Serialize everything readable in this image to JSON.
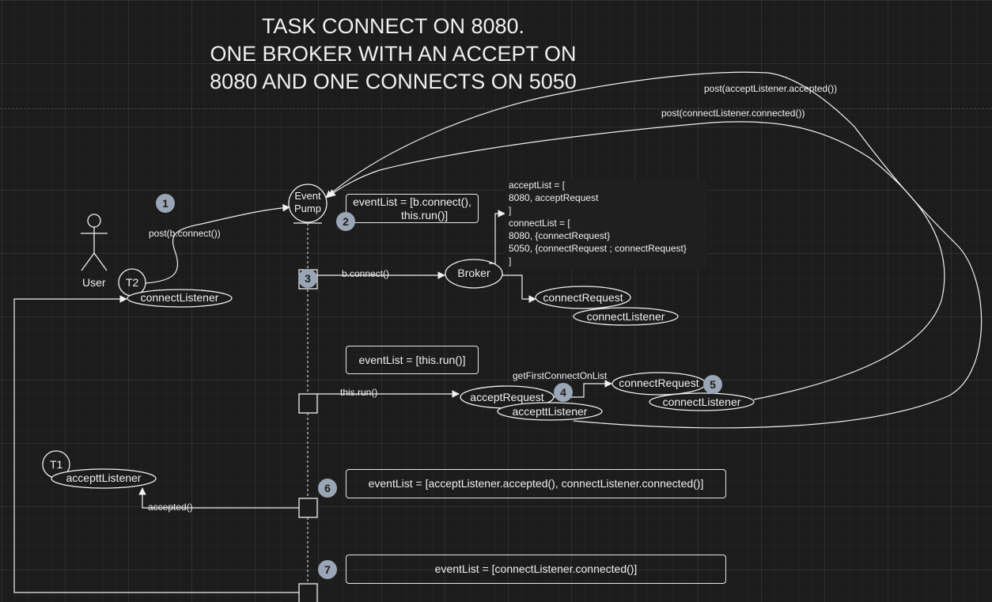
{
  "title": {
    "line1": "TASK CONNECT ON 8080.",
    "line2": "ONE BROKER WITH AN ACCEPT ON",
    "line3": "8080 AND ONE CONNECTS ON 5050"
  },
  "actor": {
    "label": "User"
  },
  "event_pump": {
    "line1": "Event",
    "line2": "Pump"
  },
  "threads": {
    "t2": "T2",
    "t1": "T1"
  },
  "listeners": {
    "connect_listener_user": "connectListener",
    "connect_listener_broker": "connectListener",
    "accept_listener_req": "accepttListener",
    "connect_listener_req": "connectListener",
    "accept_listener_t1": "accepttListener"
  },
  "requests": {
    "connect_request_1": "connectRequest",
    "accept_request": "acceptRequest",
    "connect_request_2": "connectRequest"
  },
  "broker": {
    "label": "Broker"
  },
  "edges": {
    "post_connect": "post(b.connect())",
    "b_connect": "b.connect()",
    "this_run": "this.run()",
    "get_first_connect": "getFirstConnectOnList",
    "accepted": "accepted()",
    "post_accepted": "post(acceptListener.accepted())",
    "post_connected": "post(connectListener.connected())"
  },
  "event_lists": {
    "list1": "eventList = [b.connect(),\n        this.run()]",
    "list2": "eventList = [this.run()]",
    "list3": "eventList = [acceptListener.accepted(), connectListener.connected()]",
    "list4": "eventList = [connectListener.connected()]"
  },
  "broker_state": "acceptList = [\n8080, acceptRequest\n]\nconnectList = [\n8080, {connectRequest}\n5050, {connectRequest ; connectRequest}\n]",
  "steps": [
    "1",
    "2",
    "3",
    "4",
    "5",
    "6",
    "7"
  ],
  "colors": {
    "background": "#1c1c1c",
    "stroke": "#f0f0f0",
    "badge": "#9aa6b5"
  }
}
